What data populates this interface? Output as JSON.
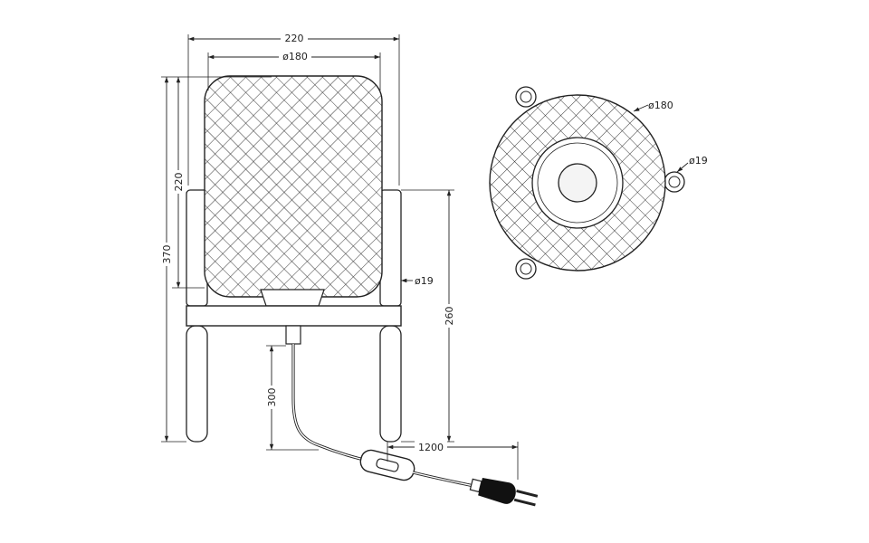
{
  "colors": {
    "line": "#222222",
    "fill": "#ffffff",
    "background": "#ffffff",
    "bulb_fill": "#f4f4f4"
  },
  "front_view": {
    "dim_overall_width": "220",
    "dim_shade_diameter": "ø180",
    "dim_shade_height": "220",
    "dim_total_height": "370",
    "dim_leg_diameter": "ø19",
    "dim_frame_height": "260",
    "dim_cable_drop": "300",
    "dim_cable_length": "1200"
  },
  "top_view": {
    "dim_shade_diameter": "ø180",
    "dim_leg_diameter": "ø19"
  }
}
